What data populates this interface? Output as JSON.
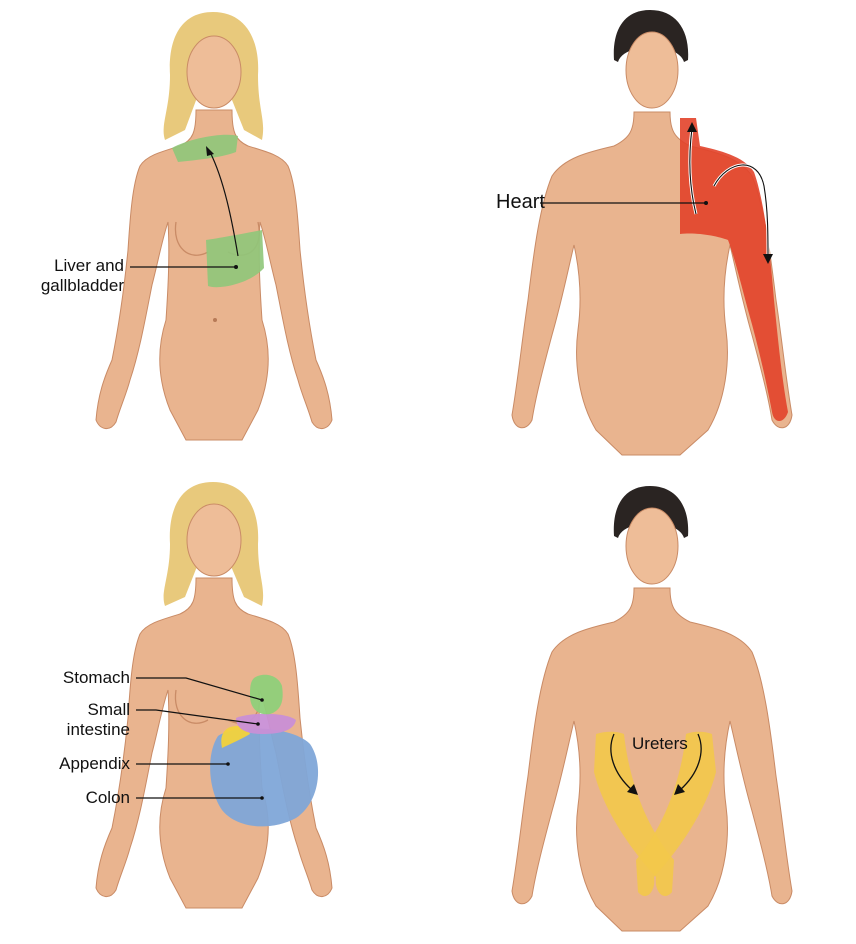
{
  "panels": {
    "liver": {
      "label_line1": "Liver and",
      "label_line2": "gallbladder",
      "region_color": "#8fc77a"
    },
    "heart": {
      "label": "Heart",
      "region_color": "#e2432a"
    },
    "abdomen": {
      "stomach_label": "Stomach",
      "small_intestine_line1": "Small",
      "small_intestine_line2": "intestine",
      "appendix_label": "Appendix",
      "colon_label": "Colon",
      "stomach_color": "#8fd07a",
      "small_intestine_color": "#c98fd6",
      "appendix_color": "#f2d23c",
      "colon_color": "#7fa6d8"
    },
    "ureters": {
      "label": "Ureters",
      "region_color": "#f3c84a"
    }
  },
  "colors": {
    "skin": "#e9b48f",
    "skin_shadow": "#d9966e",
    "female_hair": "#e8c97c",
    "male_hair": "#2a2422",
    "leader_line": "#111111"
  }
}
